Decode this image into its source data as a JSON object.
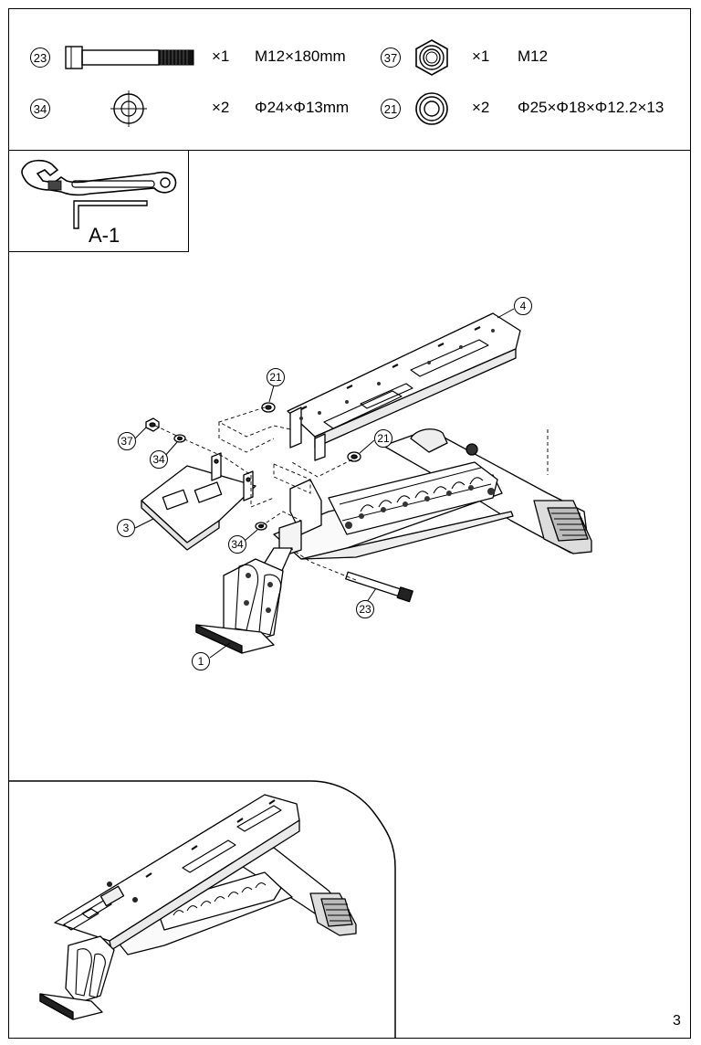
{
  "parts": [
    {
      "number": "23",
      "icon": "bolt-icon",
      "qty": "×1",
      "spec": "M12×180mm"
    },
    {
      "number": "37",
      "icon": "nut-icon",
      "qty": "×1",
      "spec": "M12"
    },
    {
      "number": "34",
      "icon": "washer-icon",
      "qty": "×2",
      "spec": "Φ24×Φ13mm"
    },
    {
      "number": "21",
      "icon": "lock-washer-icon",
      "qty": "×2",
      "spec": "Φ25×Φ18×Φ12.2×13"
    }
  ],
  "tools": {
    "icons": [
      "wrench-icon",
      "allen-key-icon"
    ],
    "label": "A-1"
  },
  "callouts": {
    "frame": "4",
    "bracket": "3",
    "base": "1",
    "bolt": "23",
    "washer_top": "21",
    "washer_right": "21",
    "nut": "37",
    "washer_left": "34",
    "washer_bottom": "34"
  },
  "page_number": "3"
}
